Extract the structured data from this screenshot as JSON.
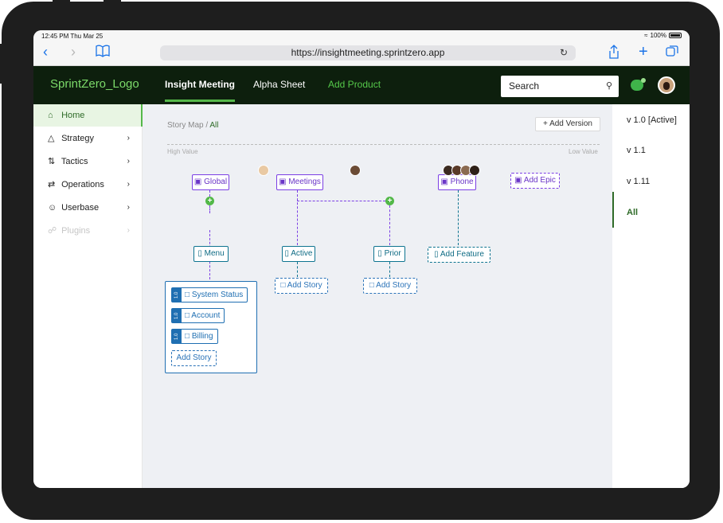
{
  "status_bar": {
    "time": "12:45 PM  Thu Mar 25",
    "battery": "100%"
  },
  "browser": {
    "url": "https://insightmeeting.sprintzero.app",
    "icons": [
      "back-icon",
      "forward-icon",
      "bookmarks-icon",
      "reload-icon",
      "share-icon",
      "new-tab-icon",
      "tabs-icon"
    ]
  },
  "app_header": {
    "logo": "SprintZero_Logo",
    "tabs": [
      {
        "label": "Insight Meeting",
        "active": true
      },
      {
        "label": "Alpha Sheet"
      },
      {
        "label": "Add Product"
      }
    ],
    "search_placeholder": "Search"
  },
  "sidebar": {
    "items": [
      {
        "label": "Home",
        "icon": "home-icon",
        "active": true
      },
      {
        "label": "Strategy",
        "icon": "strategy-icon"
      },
      {
        "label": "Tactics",
        "icon": "tactics-icon"
      },
      {
        "label": "Operations",
        "icon": "operations-icon"
      },
      {
        "label": "Userbase",
        "icon": "userbase-icon"
      },
      {
        "label": "Plugins",
        "icon": "plugins-icon",
        "disabled": true
      }
    ]
  },
  "main": {
    "breadcrumb_root": "Story Map",
    "breadcrumb_current": "All",
    "add_version": "Add Version",
    "axis_left": "High Value",
    "axis_right": "Low Value",
    "epics": [
      "Global",
      "Meetings",
      "Phone",
      "Add Epic"
    ],
    "features": [
      "Menu",
      "Active",
      "Prior",
      "Add Feature"
    ],
    "add_story": "Add Story",
    "stories": [
      {
        "version": "1.0",
        "label": "System Status"
      },
      {
        "version": "1.0",
        "label": "Account"
      },
      {
        "version": "1.0",
        "label": "Billing"
      }
    ]
  },
  "versions": {
    "items": [
      "v 1.0 [Active]",
      "v 1.1",
      "v 1.11",
      "All"
    ],
    "active": "All"
  }
}
